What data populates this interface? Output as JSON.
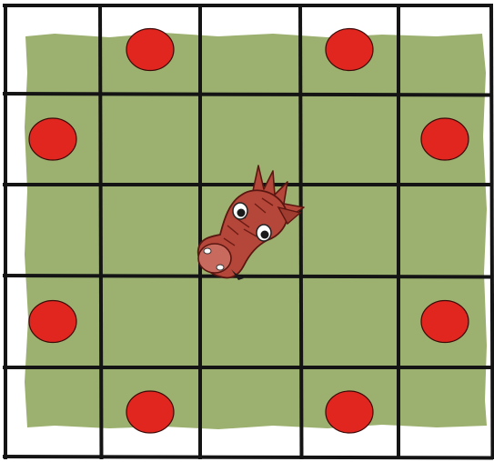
{
  "board": {
    "rows": 5,
    "cols": 5,
    "piece": {
      "kind": "knight",
      "icon": "horse-head-icon",
      "row": 2,
      "col": 2
    },
    "moves": [
      {
        "row": 0,
        "col": 1
      },
      {
        "row": 0,
        "col": 3
      },
      {
        "row": 1,
        "col": 0
      },
      {
        "row": 1,
        "col": 4
      },
      {
        "row": 3,
        "col": 0
      },
      {
        "row": 3,
        "col": 4
      },
      {
        "row": 4,
        "col": 1
      },
      {
        "row": 4,
        "col": 3
      }
    ]
  },
  "colors": {
    "field": "#9cb06f",
    "grid": "#141414",
    "marker": "#e0261f",
    "marker_outline": "#3a0a08",
    "background": "#ffffff",
    "horse_body": "#b5473a",
    "horse_dark": "#6e1c15"
  }
}
